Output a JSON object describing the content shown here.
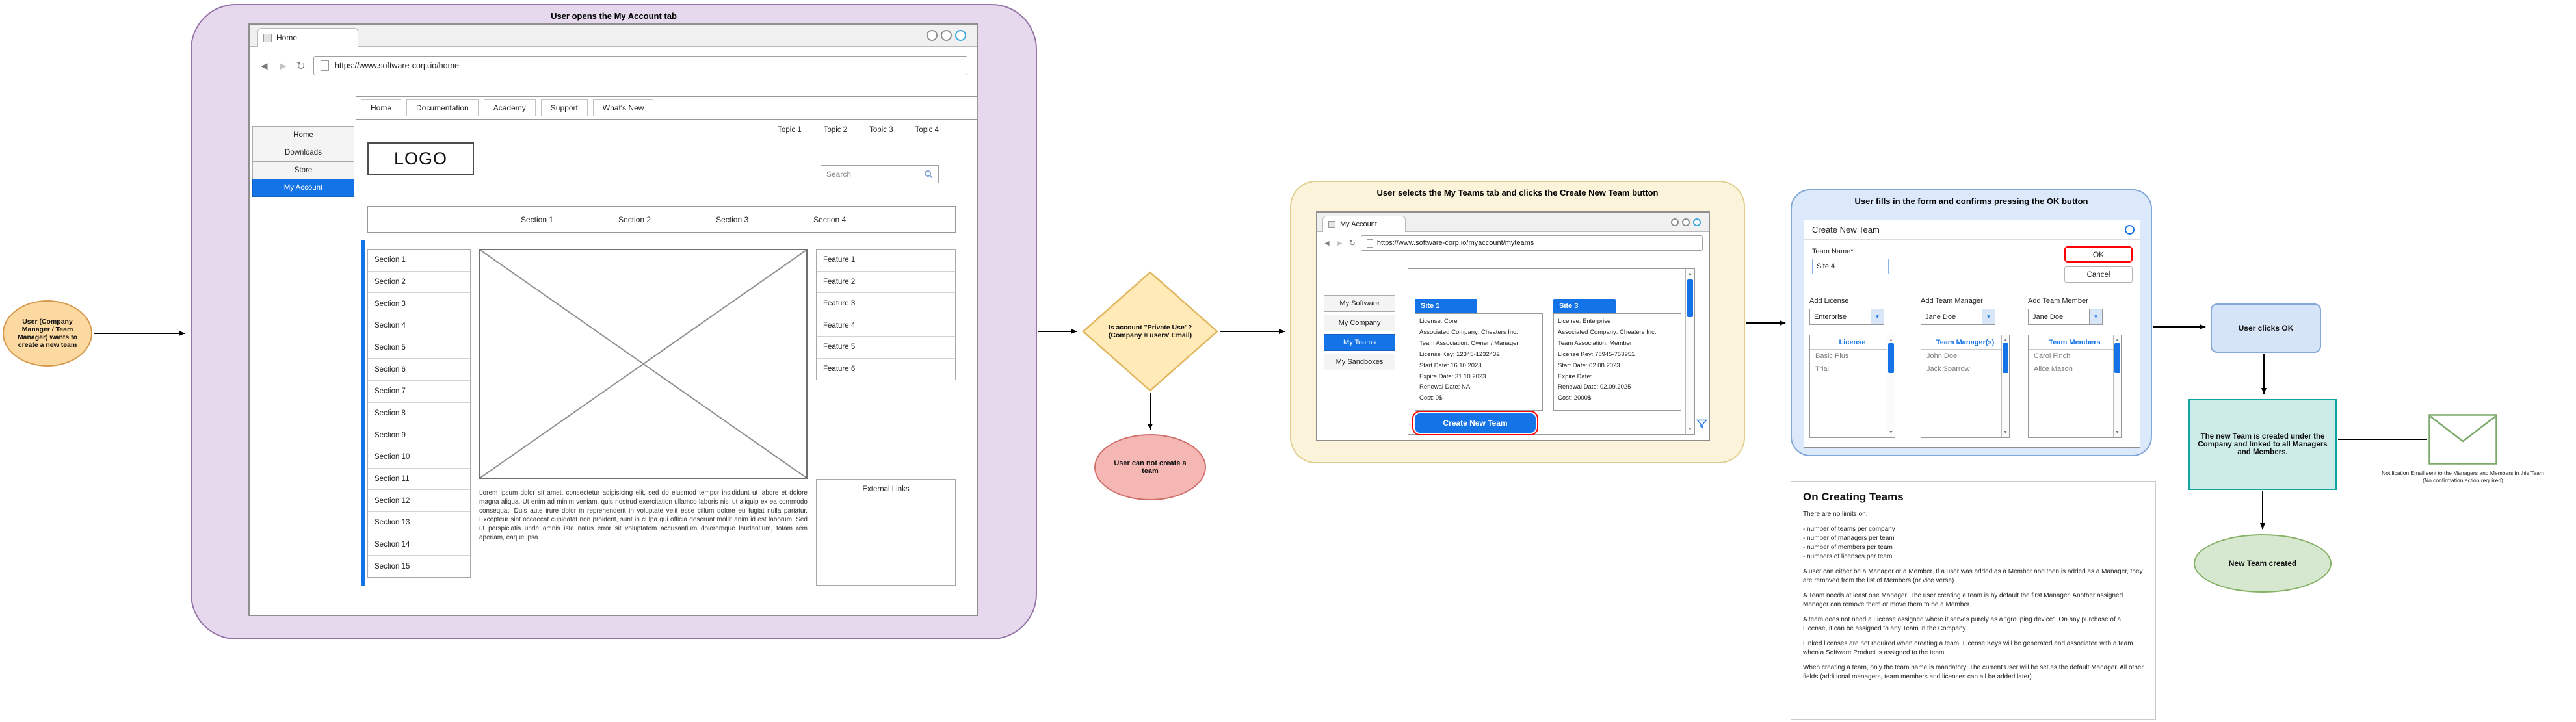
{
  "colors": {
    "accent_blue": "#1473e6",
    "highlight_red": "#ff0000",
    "purple_container": "#e6d9ee",
    "purple_border": "#9673a6",
    "yellow_container": "#fcf4da",
    "diamond_fill": "#ffeab8",
    "blue_container": "#dbe9fb",
    "teal_fill": "#cdece8",
    "green_fill": "#d7e8d0",
    "red_fill": "#f5b7b4",
    "orange_fill": "#fcd9a0"
  },
  "flow": {
    "start": "User (Company Manager / Team Manager) wants to create a new team",
    "decision": "Is account \"Private Use\"? (Company = users' Email)",
    "cannot_create": "User can not create a team",
    "clicks_ok": "User clicks OK",
    "team_created": "The new Team is created under the Company and linked to all Managers and Members.",
    "email_note": "Notification Email sent to the Managers and Members in this Team\n(No confirmation action required)",
    "end": "New Team created"
  },
  "stage1": {
    "title": "User opens the My Account tab",
    "browser": {
      "tab_title": "Home",
      "url": "https://www.software-corp.io/home",
      "menu": [
        "Home",
        "Documentation",
        "Academy",
        "Support",
        "What's New"
      ],
      "topics": [
        "Topic 1",
        "Topic 2",
        "Topic 3",
        "Topic 4"
      ],
      "sidebar": [
        "Home",
        "Downloads",
        "Store",
        "My Account"
      ],
      "logo": "LOGO",
      "search_placeholder": "Search",
      "section_tabs": [
        "Section 1",
        "Section 2",
        "Section 3",
        "Section 4"
      ],
      "section_list": [
        "Section 1",
        "Section 2",
        "Section 3",
        "Section 4",
        "Section 5",
        "Section 6",
        "Section 7",
        "Section 8",
        "Section 9",
        "Section 10",
        "Section 11",
        "Section 12",
        "Section 13",
        "Section 14",
        "Section 15"
      ],
      "features": [
        "Feature 1",
        "Feature 2",
        "Feature 3",
        "Feature 4",
        "Feature 5",
        "Feature 6"
      ],
      "external_links_label": "External Links",
      "body_text": "Lorem ipsum dolor sit amet, consectetur adipisicing elit, sed do eiusmod tempor incididunt ut labore et dolore magna aliqua. Ut enim ad minim veniam, quis nostrud exercitation ullamco laboris nisi ut aliquip ex ea commodo consequat. Duis aute irure dolor in reprehenderit in voluptate velit esse cillum dolore eu fugiat nulla pariatur. Excepteur sint occaecat cupidatat non proident, sunt in culpa qui officia deserunt mollit anim id est laborum. Sed ut perspiciatis unde omnis iste natus error sit voluptatem accusantium doloremque laudantium, totam rem aperiam, eaque ipsa"
    }
  },
  "stage2": {
    "title": "User selects the My Teams tab and clicks the Create New Team button",
    "browser": {
      "tab_title": "My Account",
      "url": "https://www.software-corp.io/myaccount/myteams",
      "sidebar": [
        "My Software",
        "My Company",
        "My Teams",
        "My Sandboxes"
      ],
      "cards": [
        {
          "name": "Site 1",
          "lines": [
            "License: Core",
            "Associated Company: Cheaters Inc.",
            "Team Association: Owner / Manager",
            "License Key: 12345-1232432",
            "Start Date: 16.10.2023",
            "Expire Date: 31.10.2023",
            "Renewal Date: NA",
            "Cost: 0$"
          ]
        },
        {
          "name": "Site 3",
          "lines": [
            "License: Enterprise",
            "Associated Company: Cheaters Inc.",
            "Team Association: Member",
            "License Key: 78945-753951",
            "Start Date: 02.08.2023",
            "Expire Date:",
            "Renewal Date: 02.09.2025",
            "Cost: 2000$"
          ]
        }
      ],
      "create_button": "Create New Team"
    }
  },
  "stage3": {
    "title": "User fills in the form and confirms pressing the OK button",
    "form": {
      "title": "Create New Team",
      "team_name_label": "Team Name*",
      "team_name_value": "Site 4",
      "ok_label": "OK",
      "cancel_label": "Cancel",
      "columns": [
        {
          "add_label": "Add License",
          "selected": "Enterprise",
          "list_title": "License",
          "items": [
            "Basic Plus",
            "Trial"
          ]
        },
        {
          "add_label": "Add Team Manager",
          "selected": "Jane Doe",
          "list_title": "Team Manager(s)",
          "items": [
            "John Doe",
            "Jack Sparrow"
          ]
        },
        {
          "add_label": "Add Team Member",
          "selected": "Jane Doe",
          "list_title": "Team Members",
          "items": [
            "Carol Finch",
            "Alice Mason"
          ]
        }
      ]
    }
  },
  "notes": {
    "title": "On Creating Teams",
    "paragraphs": [
      "There are no limits on:",
      "- number of teams per company\n- number of managers per team\n- number of members per team\n- numbers of licenses per team",
      "A user can either be a Manager or a Member. If a user was added as a Member and then is added as a Manager, they are removed from the list of Members (or vice versa).",
      "A Team needs at least one Manager. The user creating a team is by default the first Manager. Another assigned Manager can remove them or move them to be a Member.",
      "A team does not need a License assigned where it serves purely as a \"grouping device\". On any purchase of a License, it can be assigned to any Team in the Company.",
      "Linked licenses are not required when creating a team. License Keys will be generated and associated with a team when a Software Product is assigned to the team.",
      "When creating a team, only the team name is mandatory. The current User will be set as the default Manager. All other fields (additional managers, team members and licenses can all be added later)"
    ]
  }
}
